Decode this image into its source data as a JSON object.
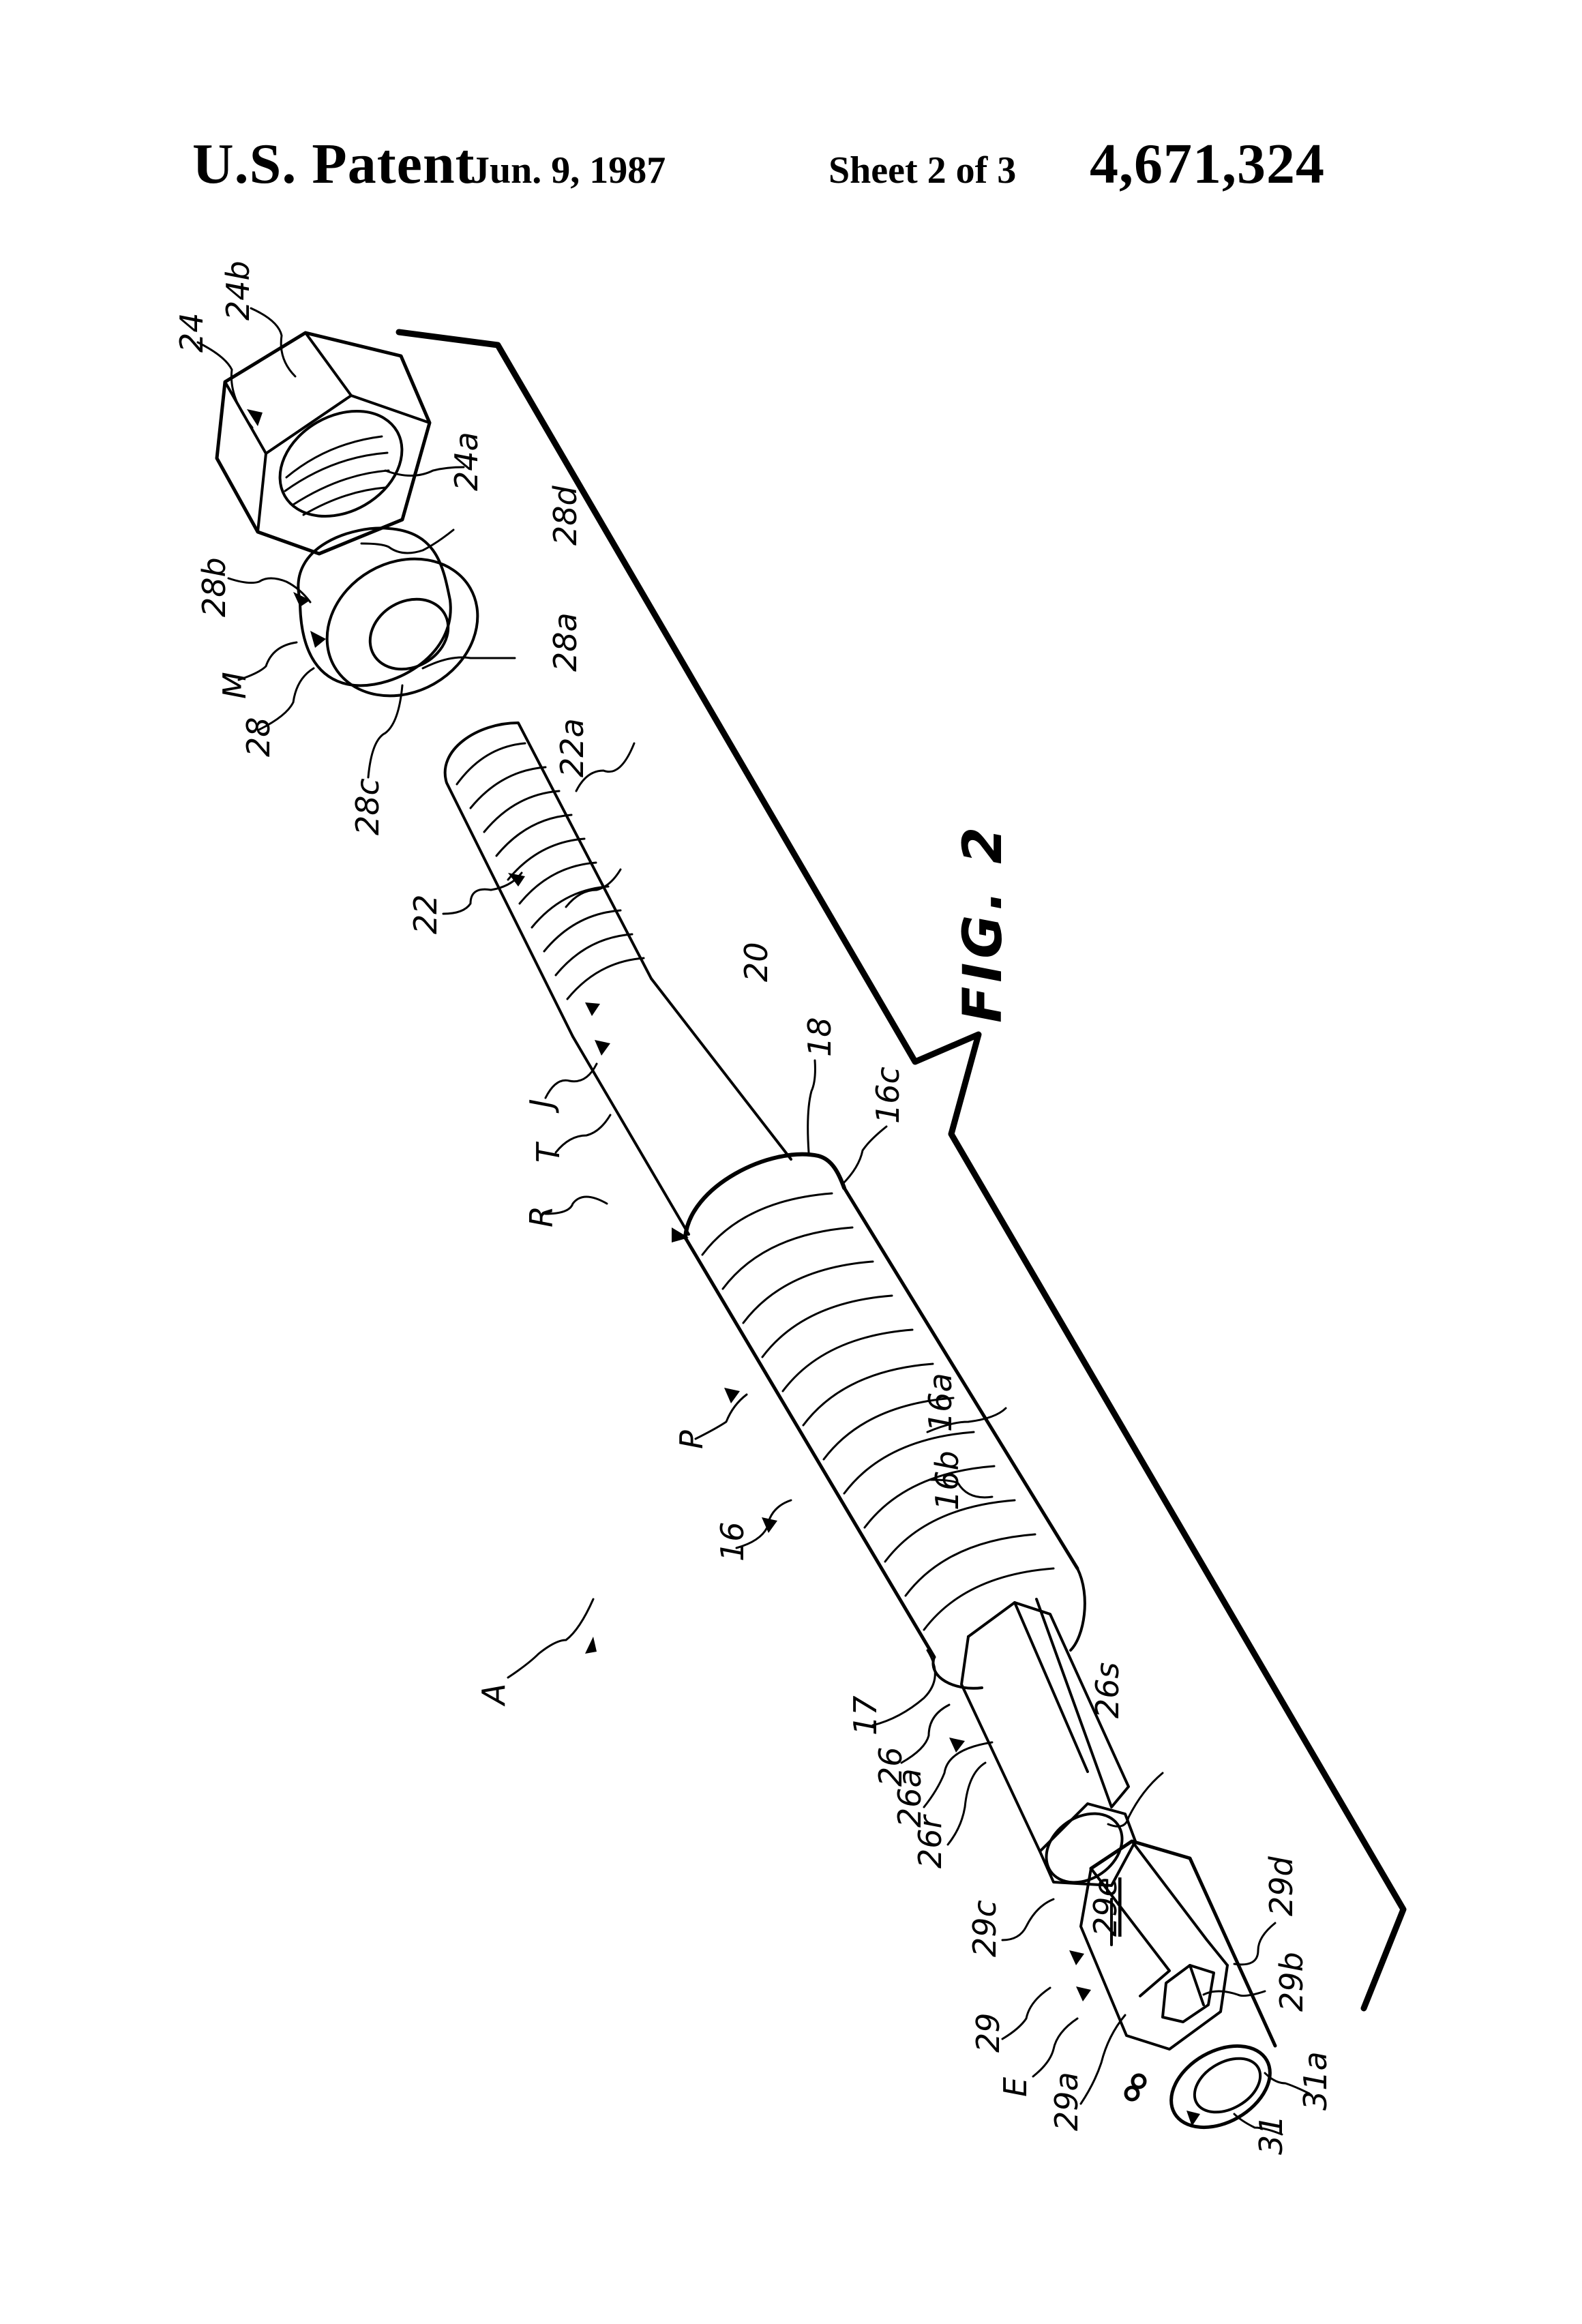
{
  "header": {
    "title": "U.S. Patent",
    "date": "Jun. 9, 1987",
    "sheet": "Sheet 2 of 3",
    "patent_number": "4,671,324"
  },
  "figure": {
    "caption": "FIG. 2",
    "reference_labels": {
      "nut": "24",
      "nut_face": "24b",
      "nut_bore": "24a",
      "washer": "28",
      "washer_assembly": "M",
      "washer_side": "28b",
      "washer_top": "28d",
      "washer_bore": "28a",
      "washer_face": "28c",
      "upper_thread": "22",
      "upper_thread_surface": "22a",
      "shaft": "20",
      "jack": "J",
      "tool": "T",
      "ring_section": "R",
      "shoulder": "18",
      "thread_end": "16c",
      "threaded_body": "16",
      "thread_crest": "16a",
      "thread_root": "16b",
      "pitch": "P",
      "end_face": "17",
      "hex_shaft": "26",
      "hex_flat": "26a",
      "hex_ring": "26r",
      "hex_end": "26s",
      "assembly": "A",
      "cap": "29",
      "cap_assembly": "E",
      "cap_face": "29e",
      "cap_side": "29c",
      "cap_edge": "29d",
      "cap_socket": "29b",
      "cap_opening": "29a",
      "retaining_ring": "31",
      "ring_body": "31a"
    }
  }
}
